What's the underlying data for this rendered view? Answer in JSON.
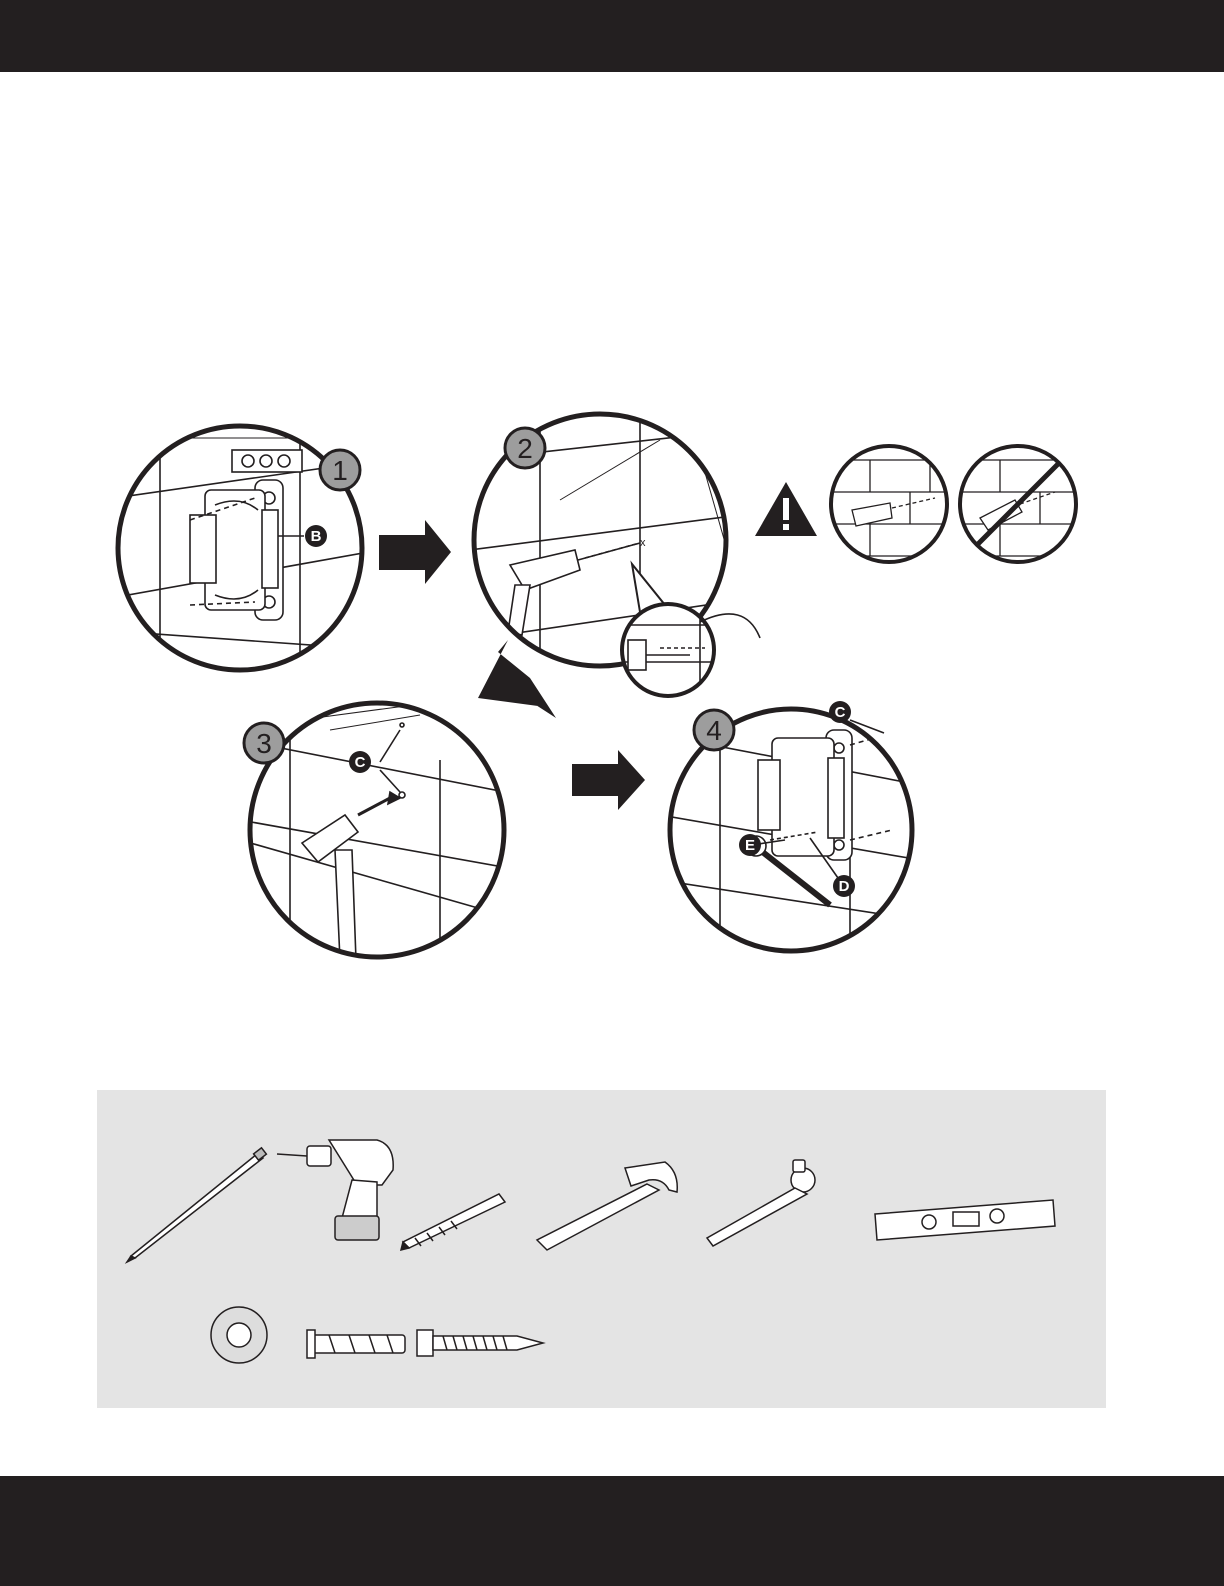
{
  "steps": [
    {
      "number": "1",
      "callouts": [
        "B"
      ]
    },
    {
      "number": "2",
      "callouts": []
    },
    {
      "number": "3",
      "callouts": [
        "C"
      ]
    },
    {
      "number": "4",
      "callouts": [
        "C",
        "E",
        "D"
      ]
    }
  ],
  "warning": {
    "icon": "warning-triangle-icon",
    "correct_icon": "drill-level-icon",
    "incorrect_icon": "drill-angled-prohibited-icon"
  },
  "tools": [
    "pencil-icon",
    "cordless-drill-icon",
    "drill-bit-icon",
    "hammer-icon",
    "socket-wrench-icon",
    "spirit-level-icon"
  ],
  "hardware": [
    "washer-icon",
    "wall-anchor-icon",
    "lag-bolt-icon"
  ],
  "colors": {
    "dark": "#231f20",
    "panel": "#e4e4e4",
    "badge": "#9d9d9d"
  }
}
